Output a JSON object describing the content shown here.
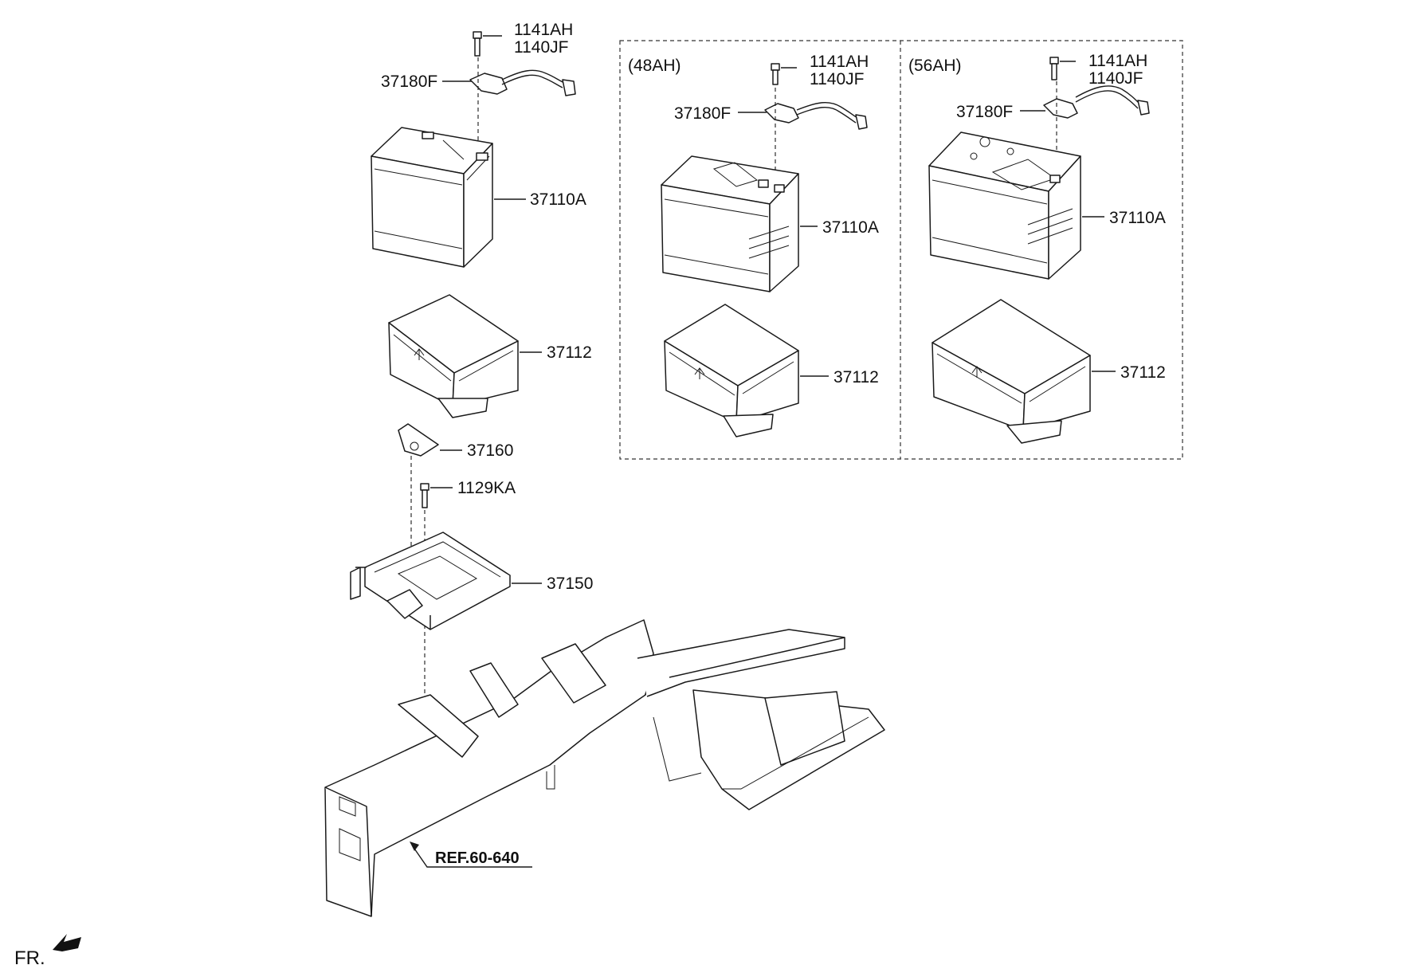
{
  "variants": {
    "v48": "(48AH)",
    "v56": "(56AH)"
  },
  "callouts": {
    "bolt_a": "1141AH",
    "bolt_b": "1140JF",
    "terminal": "37180F",
    "battery": "37110A",
    "insulator": "37112",
    "bracket": "37160",
    "bolt_tray": "1129KA",
    "tray": "37150"
  },
  "reference": "REF.60-640",
  "front_marker": "FR.",
  "colors": {
    "line": "#1a1a1a",
    "background": "#ffffff"
  }
}
